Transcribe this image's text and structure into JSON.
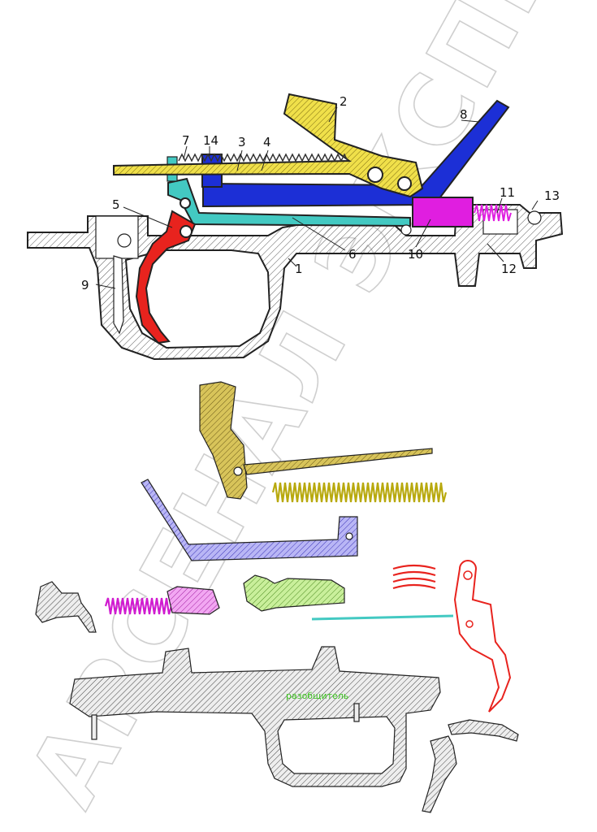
{
  "watermark": "АРСЕНАЛ ЭКСПЕРТ",
  "part_numbers": [
    "1",
    "2",
    "3",
    "4",
    "5",
    "6",
    "7",
    "8",
    "9",
    "10",
    "11",
    "12",
    "13",
    "14"
  ],
  "exploded_label": "разобщитель",
  "colors": {
    "trigger": "#e8231e",
    "sear": "#f2e410",
    "bolt_stop": "#1c2fd6",
    "disconnector_rod": "#43c9c2",
    "plunger": "#e01ee0",
    "housing": "#ffffff",
    "label": "#39c21c"
  }
}
